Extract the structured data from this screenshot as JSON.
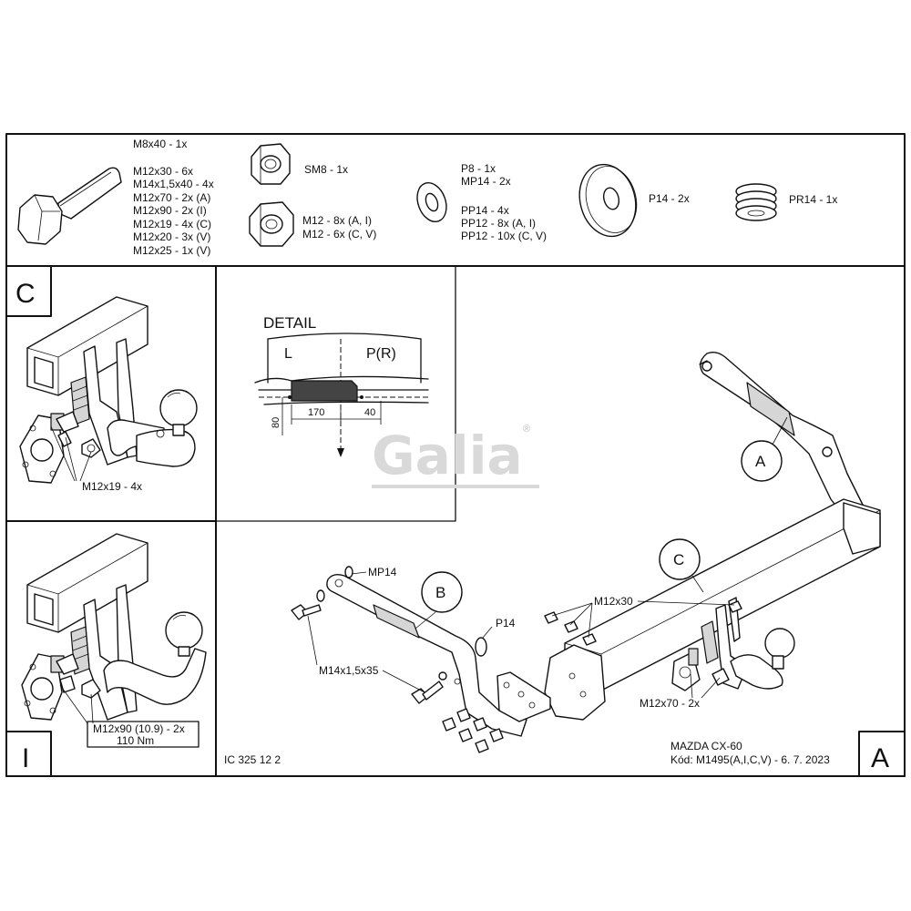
{
  "hardware": {
    "bolt_labels": [
      "M8x40 - 1x",
      "M12x30 - 6x",
      "M14x1,5x40 - 4x",
      "M12x70 - 2x (A)",
      "M12x90 - 2x (I)",
      "M12x19 - 4x (C)",
      "M12x20 - 3x (V)",
      "M12x25 - 1x (V)"
    ],
    "nut_sm8": "SM8 - 1x",
    "nut_m12": [
      "M12 - 8x (A, I)",
      "M12 - 6x (C, V)"
    ],
    "washer_labels": [
      "P8 - 1x",
      "MP14 - 2x",
      "PP14 - 4x",
      "PP12 - 8x (A, I)",
      "PP12 - 10x (C, V)"
    ],
    "plate_washer": "P14 - 2x",
    "spring_washer": "PR14 - 1x"
  },
  "panel_c": {
    "letter": "C",
    "bolt_note": "M12x19 - 4x"
  },
  "panel_i": {
    "letter": "I",
    "torque_box": [
      "M12x90 (10.9) - 2x",
      "110 Nm"
    ]
  },
  "detail": {
    "title": "DETAIL",
    "left_label": "L",
    "right_label": "P(R)",
    "dim_width": "170",
    "dim_side": "40",
    "dim_height": "80"
  },
  "logo": {
    "text": "Galia",
    "mark": "®"
  },
  "main": {
    "callouts": [
      "A",
      "B",
      "C"
    ],
    "labels": {
      "mp14": "MP14",
      "p14": "P14",
      "m12x30": "M12x30",
      "m14": "M14x1,5x35",
      "m12x70": "M12x70 - 2x"
    }
  },
  "footer": {
    "code": "IC 325 12 2",
    "vehicle": "MAZDA CX-60",
    "kod": "Kód: M1495(A,I,C,V) - 6. 7. 2023",
    "panel_letter": "A"
  }
}
